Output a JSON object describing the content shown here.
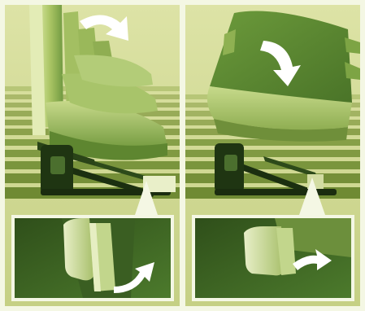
{
  "figure": {
    "panels": [
      {
        "id": "left",
        "scene": "seat-backs-folding-forward",
        "main_arrow": "curved-arrow-right-icon",
        "inset_arrow": "curved-arrow-up-right-icon"
      },
      {
        "id": "right",
        "scene": "seat-cushion-folded-down",
        "main_arrow": "curved-arrow-down-icon",
        "inset_arrow": "curved-arrow-right-icon"
      }
    ],
    "colors": {
      "background": "#f4f7e4",
      "panel_bg": "#d6dc9c",
      "floor_stripe_light": "#b5c472",
      "floor_stripe_dark": "#8fa44f",
      "seat_light": "#c9da8a",
      "seat_mid": "#9dbb5a",
      "seat_dark": "#5f8a33",
      "mechanism_dark": "#1e3312",
      "inset_bg": "#3f6324",
      "inset_border": "#f4f7e4",
      "arrow": "#ffffff"
    }
  }
}
